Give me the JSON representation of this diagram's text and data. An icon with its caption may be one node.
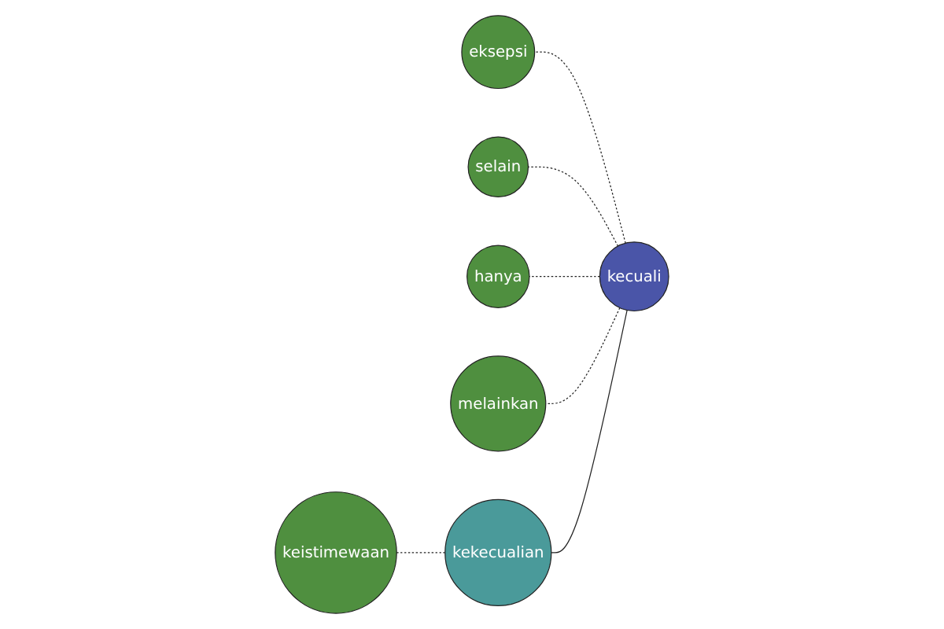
{
  "diagram": {
    "nodes": [
      {
        "text": [
          "kecuali"
        ]
      },
      {
        "text": [
          "eksepsi"
        ]
      },
      {
        "text": [
          "selain"
        ]
      },
      {
        "text": [
          "hanya"
        ]
      },
      {
        "text": [
          "melainkan"
        ]
      },
      {
        "text": [
          "kekecualian"
        ]
      },
      {
        "text": [
          "keistimewaan"
        ]
      }
    ],
    "edges": [
      {
        "from": 0,
        "to": 1,
        "arrow": "none",
        "style": "dashed"
      },
      {
        "from": 0,
        "to": 2,
        "arrow": "none",
        "style": "dashed"
      },
      {
        "from": 0,
        "to": 3,
        "arrow": "none",
        "style": "dashed"
      },
      {
        "from": 0,
        "to": 4,
        "arrow": "none",
        "style": "dashed"
      },
      {
        "from": 0,
        "to": 5,
        "arrow": "none"
      },
      {
        "from": 5,
        "to": 6,
        "arrow": "none",
        "style": "dashed"
      }
    ]
  }
}
